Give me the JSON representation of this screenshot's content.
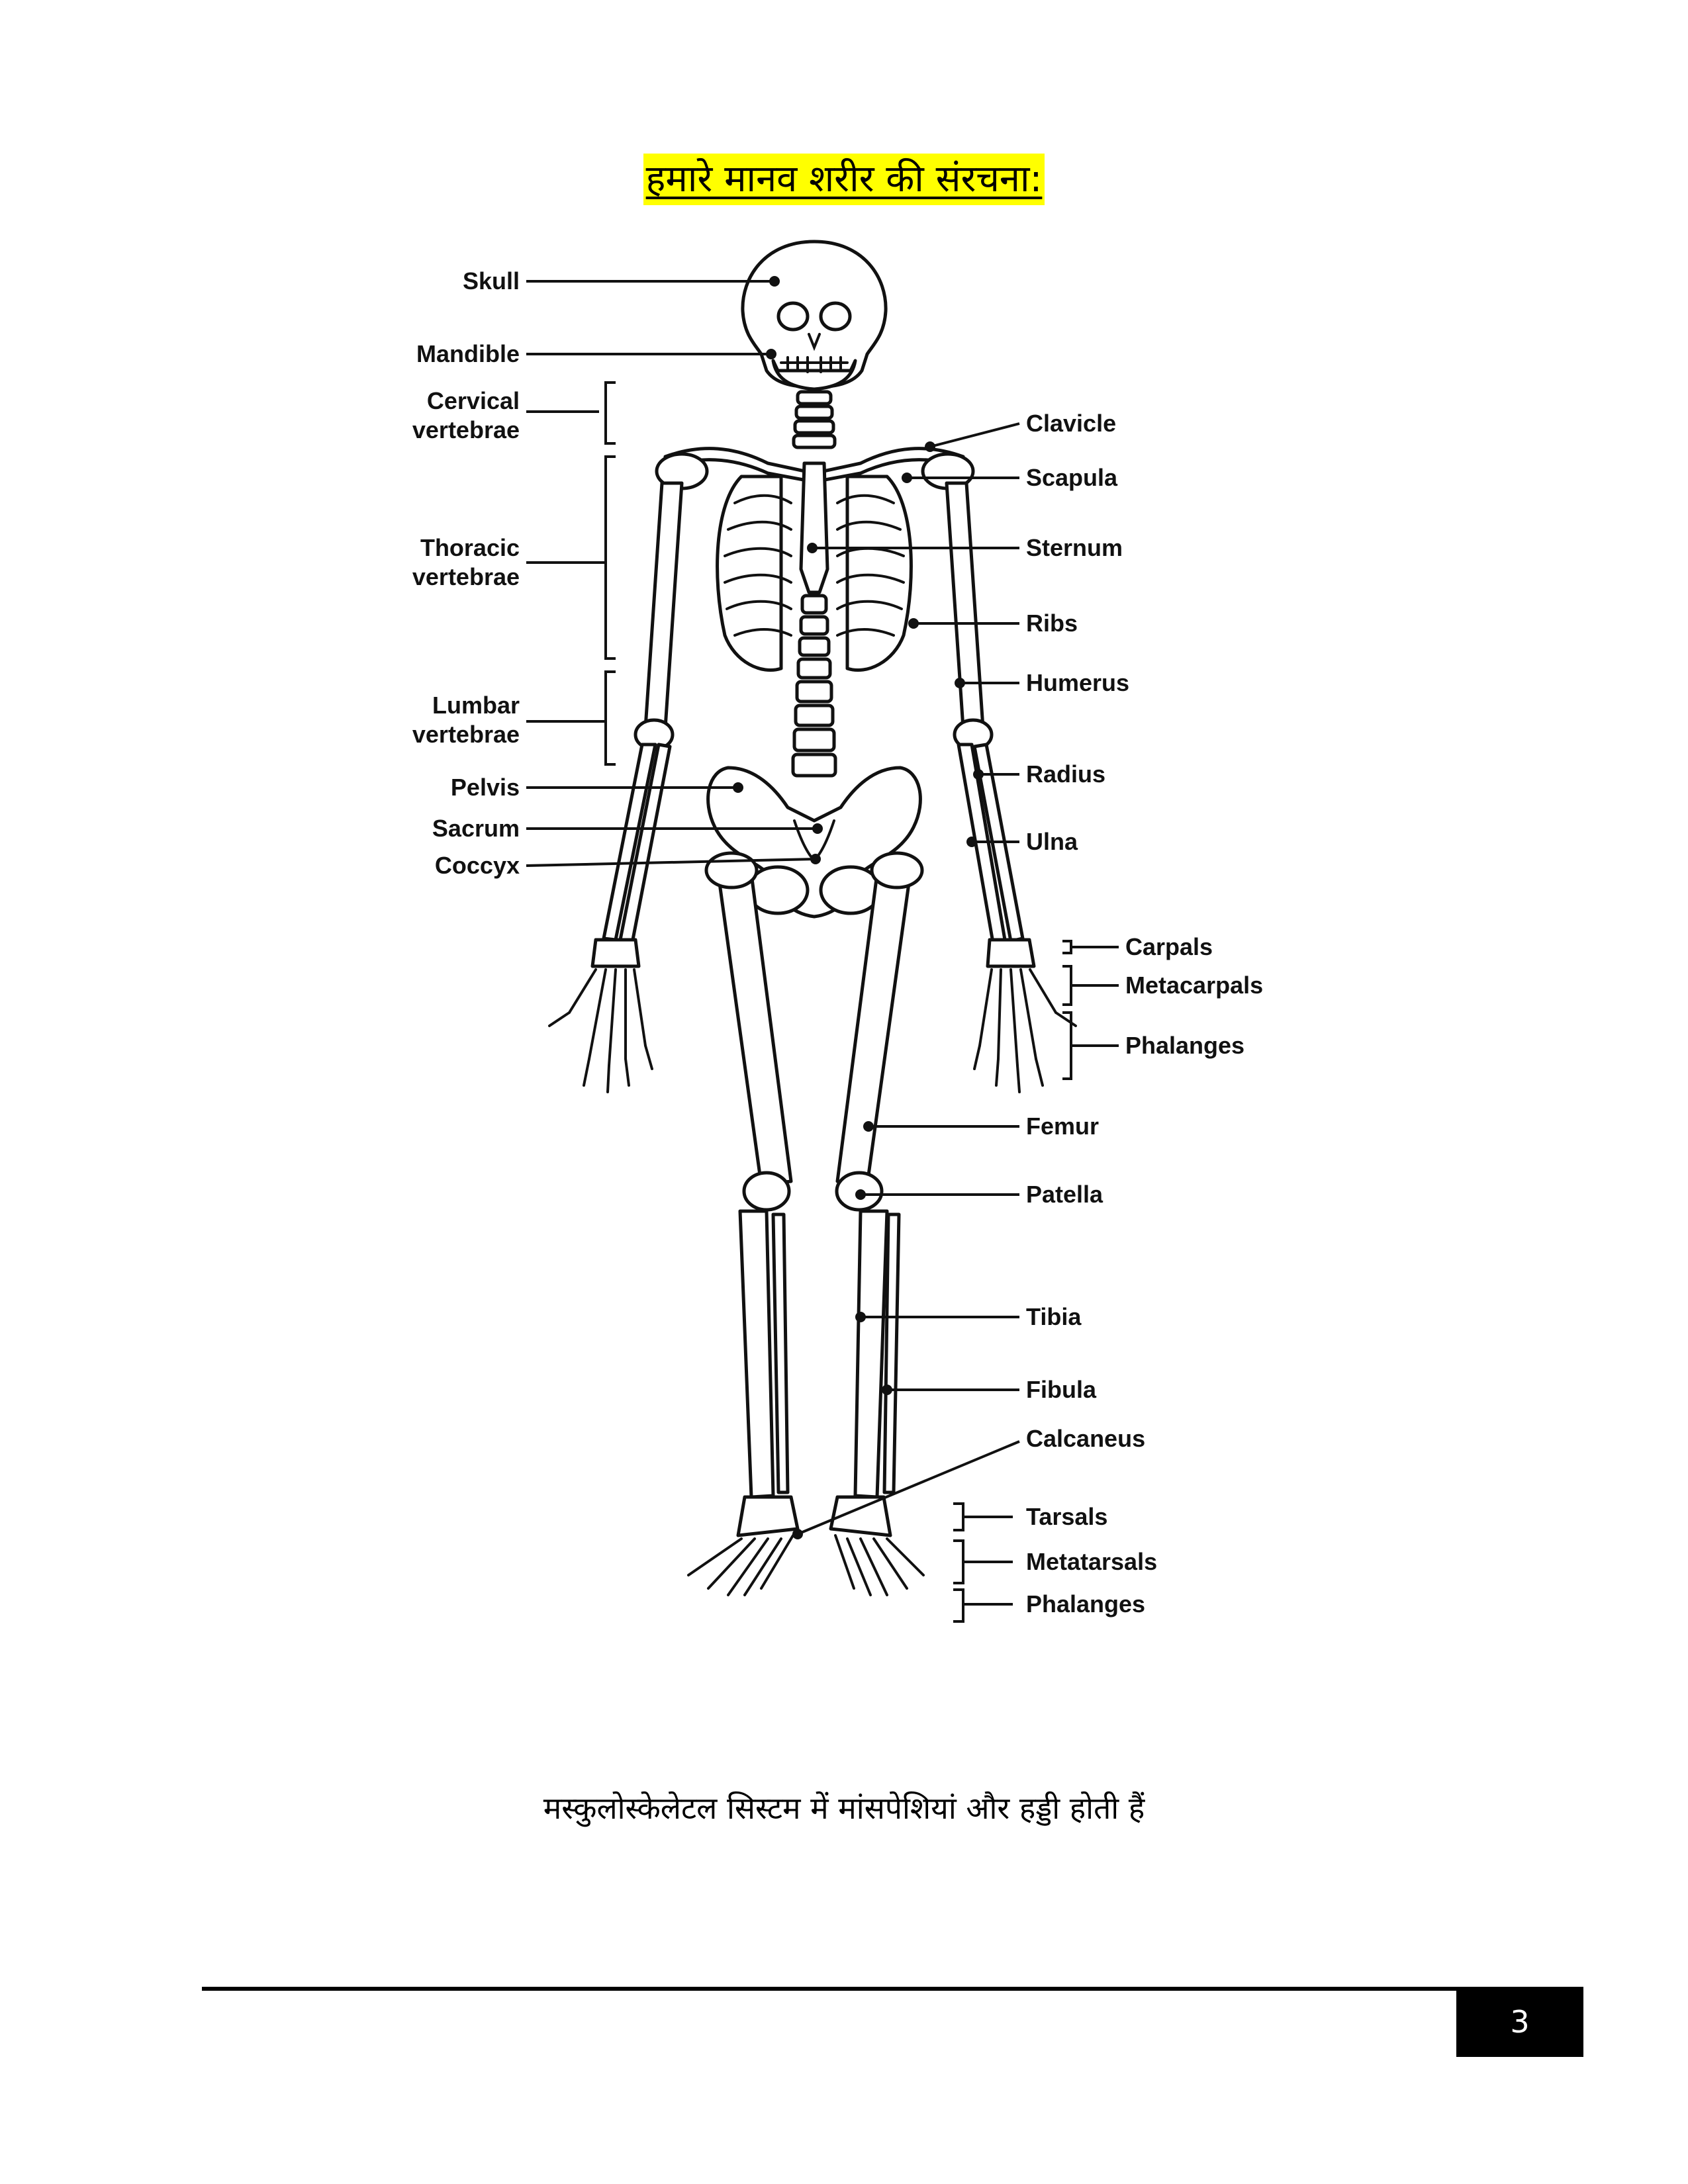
{
  "title": "हमारे मानव शरीर की संरचना:",
  "diagram": {
    "labels_left": {
      "skull": "Skull",
      "mandible": "Mandible",
      "cervical_1": "Cervical",
      "cervical_2": "vertebrae",
      "thoracic_1": "Thoracic",
      "thoracic_2": "vertebrae",
      "lumbar_1": "Lumbar",
      "lumbar_2": "vertebrae",
      "pelvis": "Pelvis",
      "sacrum": "Sacrum",
      "coccyx": "Coccyx"
    },
    "labels_right": {
      "clavicle": "Clavicle",
      "scapula": "Scapula",
      "sternum": "Sternum",
      "ribs": "Ribs",
      "humerus": "Humerus",
      "radius": "Radius",
      "ulna": "Ulna",
      "carpals": "Carpals",
      "metacarpals": "Metacarpals",
      "phalanges_hand": "Phalanges",
      "femur": "Femur",
      "patella": "Patella",
      "tibia": "Tibia",
      "fibula": "Fibula",
      "calcaneus": "Calcaneus",
      "tarsals": "Tarsals",
      "metatarsals": "Metatarsals",
      "phalanges_foot": "Phalanges"
    }
  },
  "caption": "मस्कुलोस्केलेटल सिस्टम में मांसपेशियां और हड्डी होती हैं",
  "page_number": "3"
}
